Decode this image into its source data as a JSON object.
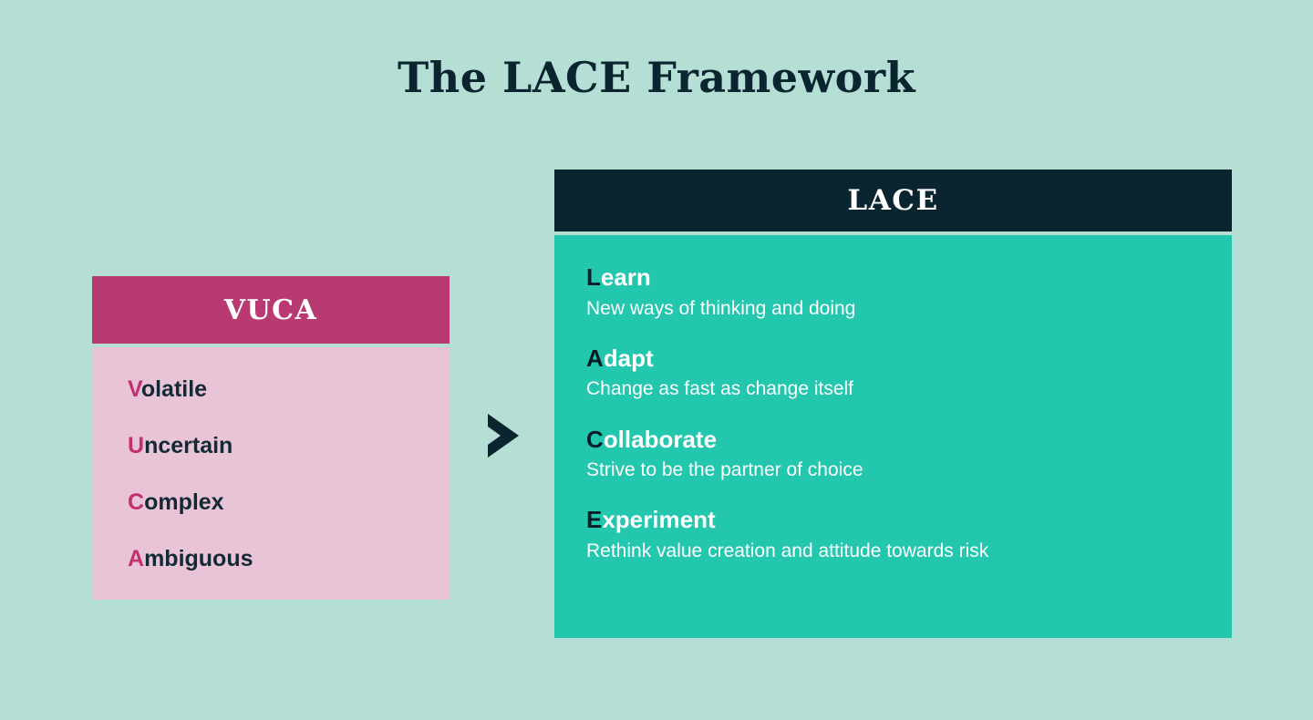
{
  "page": {
    "title": "The LACE Framework",
    "background_color": "#b5ded5"
  },
  "colors": {
    "background": "#b5ded5",
    "vuca_header": "#b93a72",
    "vuca_body": "#e9c4d6",
    "vuca_accent": "#c2306f",
    "lace_header": "#0a2430",
    "lace_body": "#22c7ae",
    "dark_navy": "#0a2430",
    "white": "#ffffff"
  },
  "vuca": {
    "header": "VUCA",
    "items": [
      {
        "cap": "V",
        "rest": "olatile"
      },
      {
        "cap": "U",
        "rest": "ncertain"
      },
      {
        "cap": "C",
        "rest": "omplex"
      },
      {
        "cap": "A",
        "rest": "mbiguous"
      }
    ]
  },
  "arrow": {
    "icon": "chevron-right-icon"
  },
  "lace": {
    "header": "LACE",
    "items": [
      {
        "cap": "L",
        "rest": "earn",
        "description": "New ways of thinking and doing"
      },
      {
        "cap": "A",
        "rest": "dapt",
        "description": "Change as fast as change itself"
      },
      {
        "cap": "C",
        "rest": "ollaborate",
        "description": "Strive to be the partner of choice"
      },
      {
        "cap": "E",
        "rest": "xperiment",
        "description": "Rethink value creation and attitude towards risk"
      }
    ]
  }
}
